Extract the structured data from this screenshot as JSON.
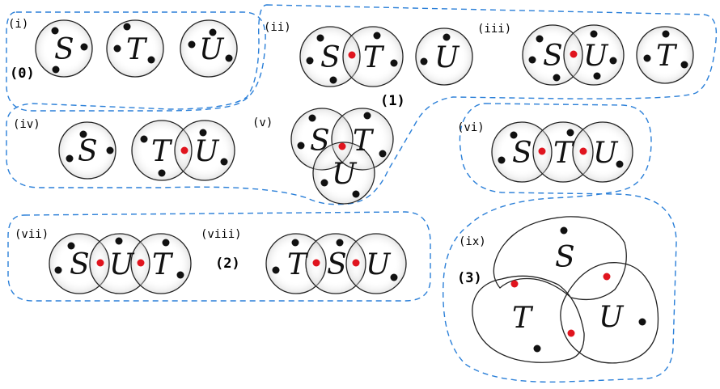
{
  "groups": [
    {
      "id": "0",
      "label": "(0)"
    },
    {
      "id": "1",
      "label": "(1)"
    },
    {
      "id": "2",
      "label": "(2)"
    },
    {
      "id": "3",
      "label": "(3)"
    }
  ],
  "panels": [
    {
      "id": "i",
      "label": "(i)"
    },
    {
      "id": "ii",
      "label": "(ii)"
    },
    {
      "id": "iii",
      "label": "(iii)"
    },
    {
      "id": "iv",
      "label": "(iv)"
    },
    {
      "id": "v",
      "label": "(v)"
    },
    {
      "id": "vi",
      "label": "(vi)"
    },
    {
      "id": "vii",
      "label": "(vii)"
    },
    {
      "id": "viii",
      "label": "(viii)"
    },
    {
      "id": "ix",
      "label": "(ix)"
    }
  ],
  "sets": {
    "s": "S",
    "t": "T",
    "u": "U"
  },
  "colors": {
    "boundary": "#2a7fd8",
    "shared_point": "#e0141e",
    "point": "#111111",
    "line": "#222222"
  }
}
